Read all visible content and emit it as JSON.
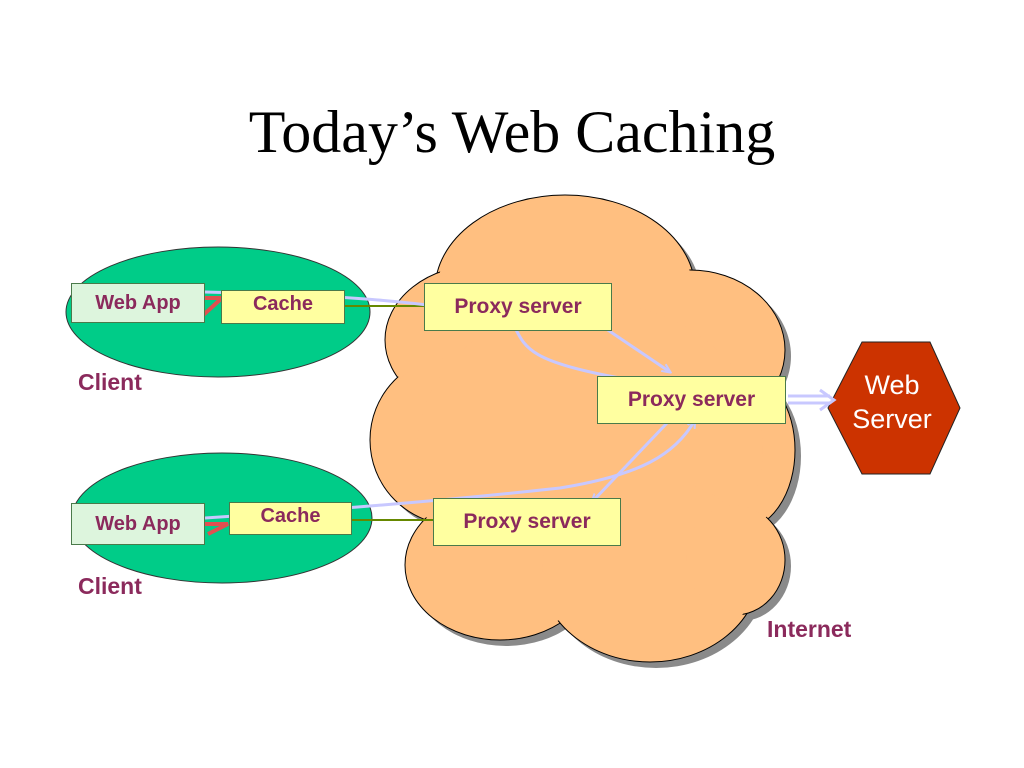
{
  "title": "Today’s Web Caching",
  "clients": [
    {
      "label": "Client",
      "webapp_label": "Web App",
      "cache_label": "Cache"
    },
    {
      "label": "Client",
      "webapp_label": "Web App",
      "cache_label": "Cache"
    }
  ],
  "proxies": [
    {
      "label": "Proxy server"
    },
    {
      "label": "Proxy server"
    },
    {
      "label": "Proxy server"
    }
  ],
  "internet_label": "Internet",
  "server": {
    "line1": "Web",
    "line2": "Server"
  },
  "colors": {
    "client_ellipse": "#00cc88",
    "cloud_fill": "#ffbf80",
    "cloud_shadow": "#8a8a8a",
    "server_fill": "#cc3300",
    "box_yellow": "#ffffa0",
    "box_green": "#ddf5dd",
    "label_text": "#8b2a5c",
    "request_path": "#c8c8ff",
    "cache_hit_arrow": "#e05050",
    "link_line": "#668800"
  }
}
